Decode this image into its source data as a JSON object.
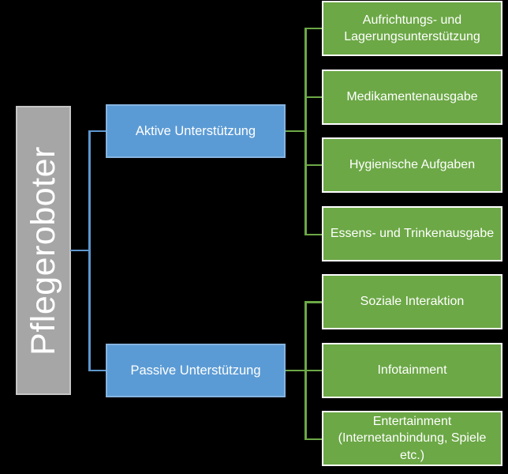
{
  "diagram": {
    "title": "Pflegeroboter hierarchy",
    "root": {
      "label": "Pflegeroboter"
    },
    "branches": [
      {
        "label": "Aktive Unterstützung",
        "children": [
          {
            "label": "Aufrichtungs- und Lagerungsunterstützung"
          },
          {
            "label": "Medikamentenausgabe"
          },
          {
            "label": "Hygienische Aufgaben"
          },
          {
            "label": "Essens- und Trinkenausgabe"
          }
        ]
      },
      {
        "label": "Passive Unterstützung",
        "children": [
          {
            "label": "Soziale Interaktion"
          },
          {
            "label": "Infotainment"
          },
          {
            "label": "Entertainment (Internetanbindung, Spiele etc.)"
          }
        ]
      }
    ]
  },
  "colors": {
    "background": "#000000",
    "root_fill": "#A6A6A6",
    "root_border": "#C6C6C6",
    "branch_fill": "#5B9BD5",
    "branch_border": "#86B4E0",
    "leaf_fill": "#6CA846",
    "leaf_border": "#FFFFFF",
    "connector_blue": "#5E97CD",
    "connector_green": "#6CA846",
    "text": "#FFFFFF"
  }
}
